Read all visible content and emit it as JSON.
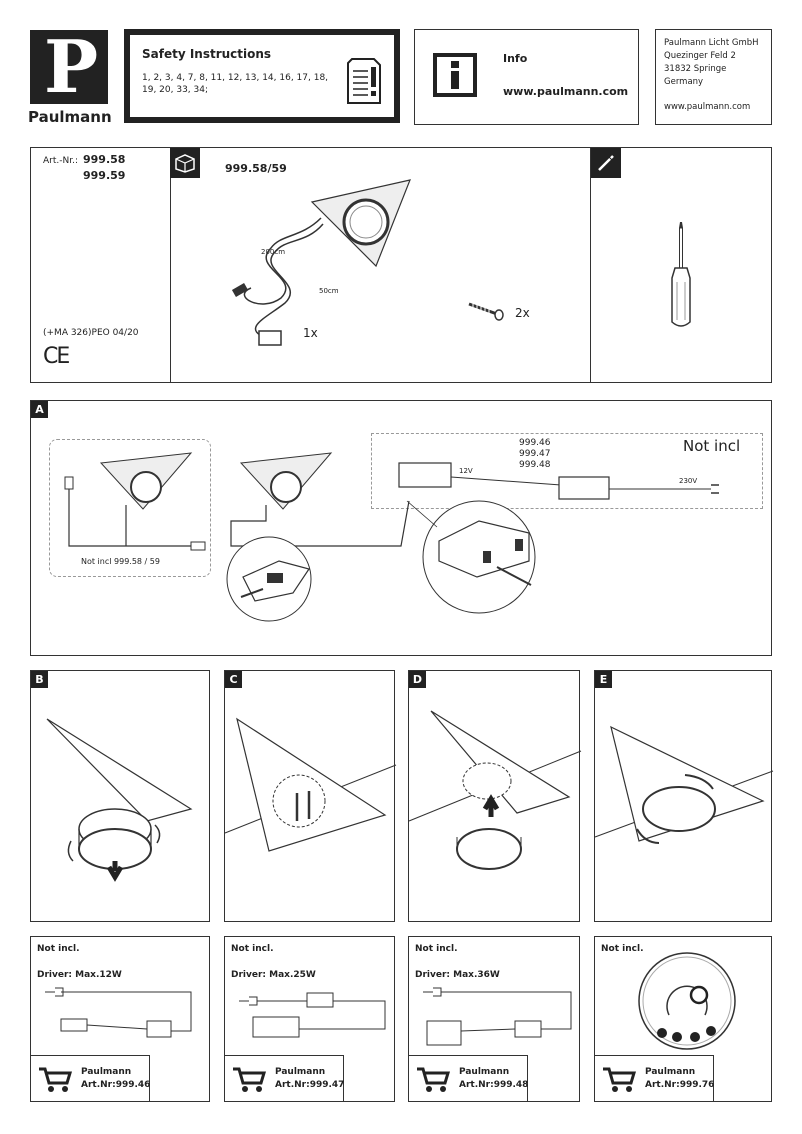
{
  "header": {
    "brand": "Paulmann",
    "logo_letter": "P",
    "safety_title": "Safety Instructions",
    "safety_list_1": "1, 2, 3, 4, 7, 8, 11, 12, 13, 14, 16, 17, 18,",
    "safety_list_2": "19, 20, 33, 34;",
    "info_title": "Info",
    "info_url": "www.paulmann.com",
    "address_1": "Paulmann Licht GmbH",
    "address_2": "Quezinger Feld 2",
    "address_3": "31832 Springe",
    "address_4": "Germany",
    "address_url": "www.paulmann.com"
  },
  "product": {
    "art_label": "Art.-Nr.:",
    "art_1": "999.58",
    "art_2": "999.59",
    "variant": "999.58/59",
    "cable_long": "200cm",
    "cable_short": "50cm",
    "qty_light": "1x",
    "qty_screw": "2x",
    "doc_code": "(+MA 326)PEO 04/20",
    "ce_mark": "CE"
  },
  "section_a": {
    "label": "A",
    "drivers_1": "999.46",
    "drivers_2": "999.47",
    "drivers_3": "999.48",
    "not_incl": "Not incl",
    "volt_12": "12V",
    "volt_230": "230V",
    "not_incl_lamp": "Not incl 999.58 / 59"
  },
  "steps": {
    "b": "B",
    "c": "C",
    "d": "D",
    "e": "E"
  },
  "accessories": [
    {
      "not_incl": "Not incl.",
      "driver": "Driver: Max.12W",
      "brand": "Paulmann",
      "art": "Art.Nr:999.46"
    },
    {
      "not_incl": "Not incl.",
      "driver": "Driver: Max.25W",
      "brand": "Paulmann",
      "art": "Art.Nr:999.47"
    },
    {
      "not_incl": "Not incl.",
      "driver": "Driver: Max.36W",
      "brand": "Paulmann",
      "art": "Art.Nr:999.48"
    },
    {
      "not_incl": "Not incl.",
      "driver": "",
      "brand": "Paulmann",
      "art": "Art.Nr:999.76"
    }
  ]
}
